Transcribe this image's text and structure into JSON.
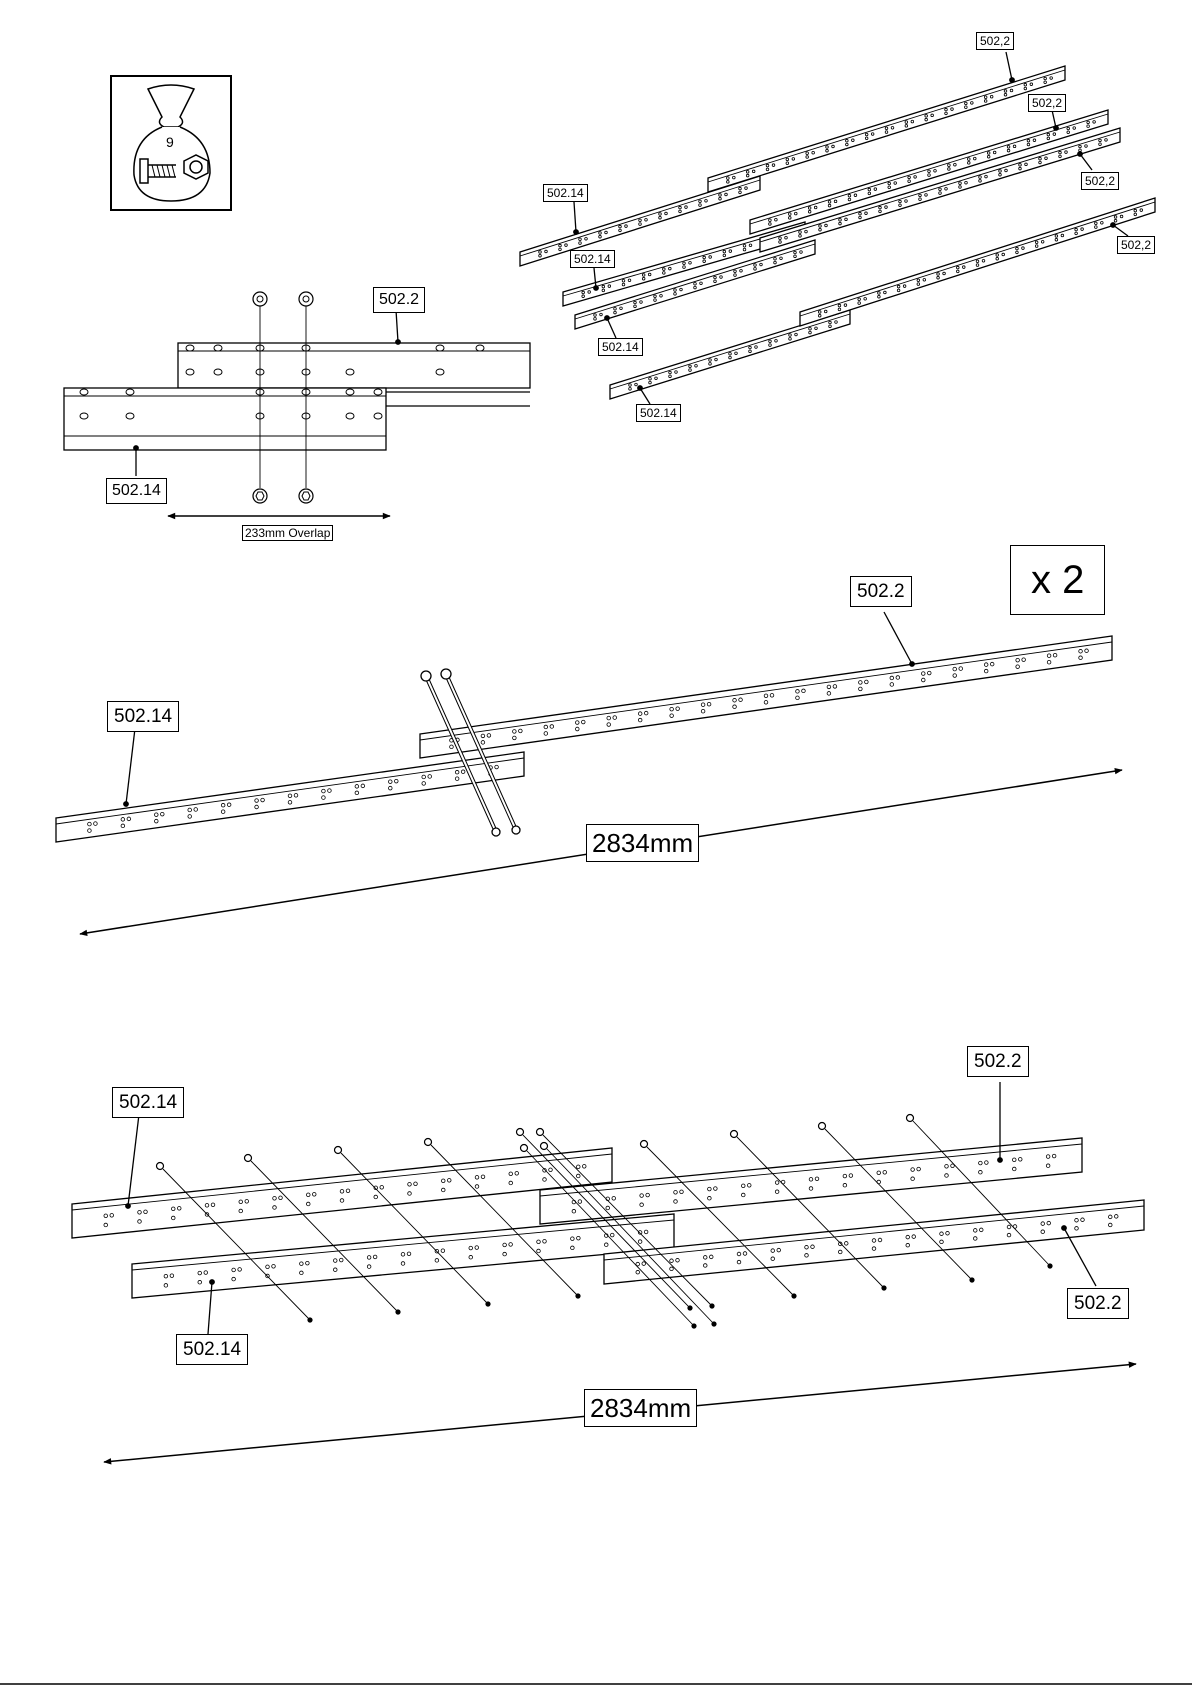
{
  "bag": {
    "number": "9",
    "icon": "hardware-bag-icon"
  },
  "overview": {
    "labels": [
      "502,2",
      "502,2",
      "502,2",
      "502,2",
      "502.14",
      "502.14",
      "502.14",
      "502.14"
    ]
  },
  "detail": {
    "part_top": "502.2",
    "part_bottom": "502.14",
    "overlap": "233mm Overlap"
  },
  "step1": {
    "quantity": "x 2",
    "part_a": "502.2",
    "part_b": "502.14",
    "length": "2834mm"
  },
  "step2": {
    "part_a_left": "502.14",
    "part_a_right": "502.2",
    "part_b_right": "502.2",
    "part_b_left": "502.14",
    "length": "2834mm"
  }
}
